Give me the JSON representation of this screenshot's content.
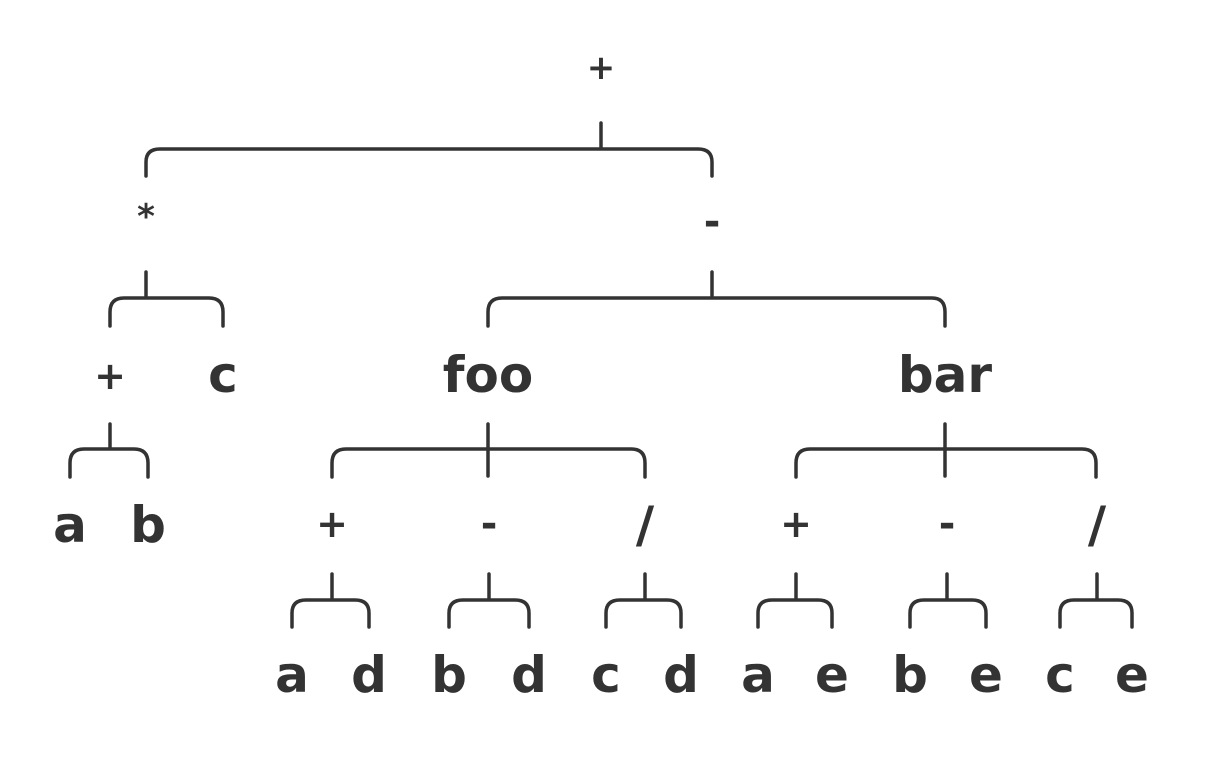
{
  "tree": {
    "root": "+",
    "level1": {
      "left": "*",
      "right": "-"
    },
    "star_children": {
      "plus": "+",
      "c": "c"
    },
    "plus_children": {
      "a": "a",
      "b": "b"
    },
    "minus_children": {
      "foo": "foo",
      "bar": "bar"
    },
    "foo_children": {
      "plus": "+",
      "minus": "-",
      "slash": "/"
    },
    "bar_children": {
      "plus": "+",
      "minus": "-",
      "slash": "/"
    },
    "foo_plus_args": [
      "a",
      "d"
    ],
    "foo_minus_args": [
      "b",
      "d"
    ],
    "foo_slash_args": [
      "c",
      "d"
    ],
    "bar_plus_args": [
      "a",
      "e"
    ],
    "bar_minus_args": [
      "b",
      "e"
    ],
    "bar_slash_args": [
      "c",
      "e"
    ]
  }
}
